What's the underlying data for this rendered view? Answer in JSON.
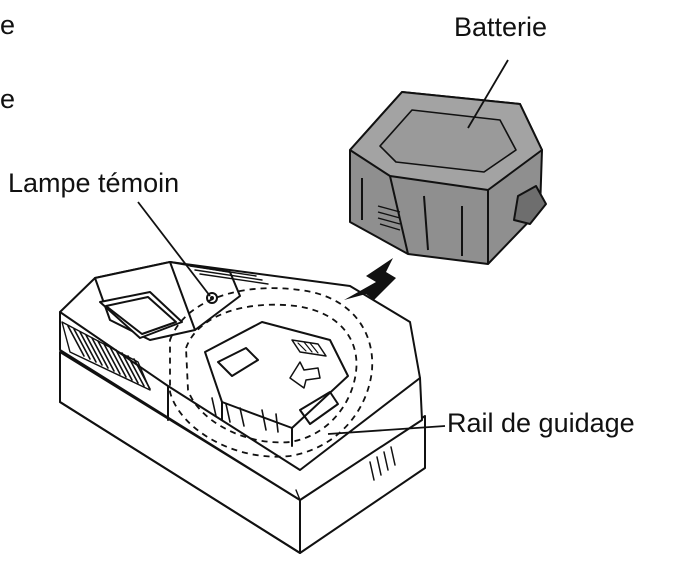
{
  "labels": {
    "battery": "Batterie",
    "indicator_lamp": "Lampe témoin",
    "guide_rail": "Rail de guidage"
  },
  "cropped_text": {
    "line_1": "e",
    "line_2": "e"
  },
  "colors": {
    "ink": "#111111",
    "battery_fill": "#8f8f8f",
    "battery_top": "#a3a3a3",
    "battery_shadow": "#6e6e6e",
    "charger_fill": "#ffffff",
    "arrow": "#111111"
  }
}
